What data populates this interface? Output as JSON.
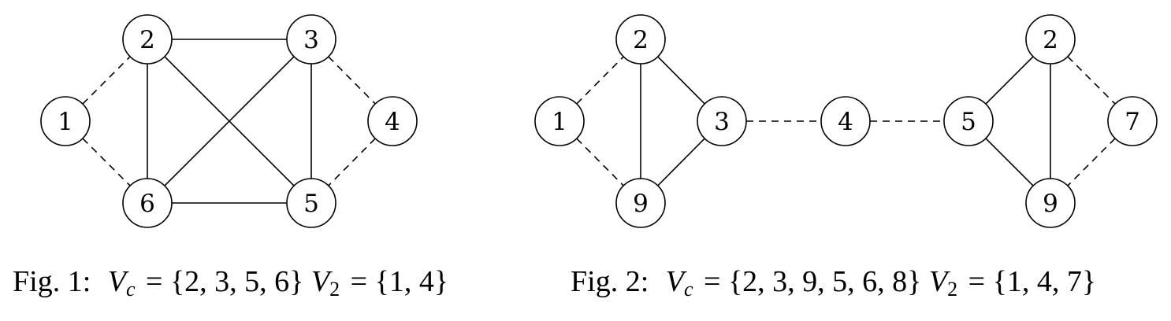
{
  "figures": [
    {
      "nodes": [
        {
          "id": "2",
          "label": "2"
        },
        {
          "id": "3",
          "label": "3"
        },
        {
          "id": "1",
          "label": "1"
        },
        {
          "id": "4",
          "label": "4"
        },
        {
          "id": "6",
          "label": "6"
        },
        {
          "id": "5",
          "label": "5"
        }
      ],
      "edges": [
        {
          "from": "2",
          "to": "3",
          "style": "solid"
        },
        {
          "from": "2",
          "to": "6",
          "style": "solid"
        },
        {
          "from": "2",
          "to": "5",
          "style": "solid"
        },
        {
          "from": "3",
          "to": "6",
          "style": "solid"
        },
        {
          "from": "3",
          "to": "5",
          "style": "solid"
        },
        {
          "from": "6",
          "to": "5",
          "style": "solid"
        },
        {
          "from": "1",
          "to": "2",
          "style": "dashed"
        },
        {
          "from": "1",
          "to": "6",
          "style": "dashed"
        },
        {
          "from": "3",
          "to": "4",
          "style": "dashed"
        },
        {
          "from": "4",
          "to": "5",
          "style": "dashed"
        }
      ],
      "caption": {
        "fig": "Fig. 1:",
        "vc_var": "V",
        "vc_sub": "c",
        "vc_set": "= {2, 3, 5, 6}",
        "v2_var": "V",
        "v2_sub": "2",
        "v2_set": "= {1, 4}"
      }
    },
    {
      "nodes": [
        {
          "id": "2a",
          "label": "2"
        },
        {
          "id": "1",
          "label": "1"
        },
        {
          "id": "3",
          "label": "3"
        },
        {
          "id": "9a",
          "label": "9"
        },
        {
          "id": "4",
          "label": "4"
        },
        {
          "id": "5",
          "label": "5"
        },
        {
          "id": "2b",
          "label": "2"
        },
        {
          "id": "7",
          "label": "7"
        },
        {
          "id": "9b",
          "label": "9"
        }
      ],
      "edges": [
        {
          "from": "2a",
          "to": "3",
          "style": "solid"
        },
        {
          "from": "2a",
          "to": "9a",
          "style": "solid"
        },
        {
          "from": "3",
          "to": "9a",
          "style": "solid"
        },
        {
          "from": "1",
          "to": "2a",
          "style": "dashed"
        },
        {
          "from": "1",
          "to": "9a",
          "style": "dashed"
        },
        {
          "from": "3",
          "to": "4",
          "style": "dashed"
        },
        {
          "from": "4",
          "to": "5",
          "style": "dashed"
        },
        {
          "from": "5",
          "to": "2b",
          "style": "solid"
        },
        {
          "from": "5",
          "to": "9b",
          "style": "solid"
        },
        {
          "from": "2b",
          "to": "9b",
          "style": "solid"
        },
        {
          "from": "2b",
          "to": "7",
          "style": "dashed"
        },
        {
          "from": "7",
          "to": "9b",
          "style": "dashed"
        }
      ],
      "caption": {
        "fig": "Fig. 2:",
        "vc_var": "V",
        "vc_sub": "c",
        "vc_set": "= {2, 3, 9, 5, 6, 8}",
        "v2_var": "V",
        "v2_sub": "2",
        "v2_set": "= {1, 4, 7}"
      }
    }
  ]
}
